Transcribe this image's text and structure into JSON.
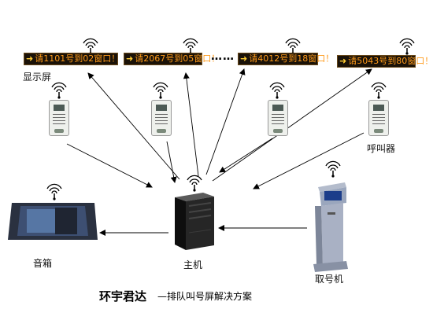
{
  "diagram": {
    "title": "环宇君达",
    "subtitle": "—排队叫号屏解决方案",
    "ellipsis": "……",
    "displays": [
      {
        "text": "请1101号到02窗口！"
      },
      {
        "text": "请2067号到05窗口！"
      },
      {
        "text": "请4012号到18窗口！"
      },
      {
        "text": "请5043号到80窗口！"
      }
    ],
    "labels": {
      "display": "显示屏",
      "pager": "呼叫器",
      "speaker": "音箱",
      "host": "主机",
      "kiosk": "取号机"
    }
  },
  "colors": {
    "display_text": "#ff9a1a",
    "display_bg": "#1a1208",
    "arrow": "#000000"
  }
}
